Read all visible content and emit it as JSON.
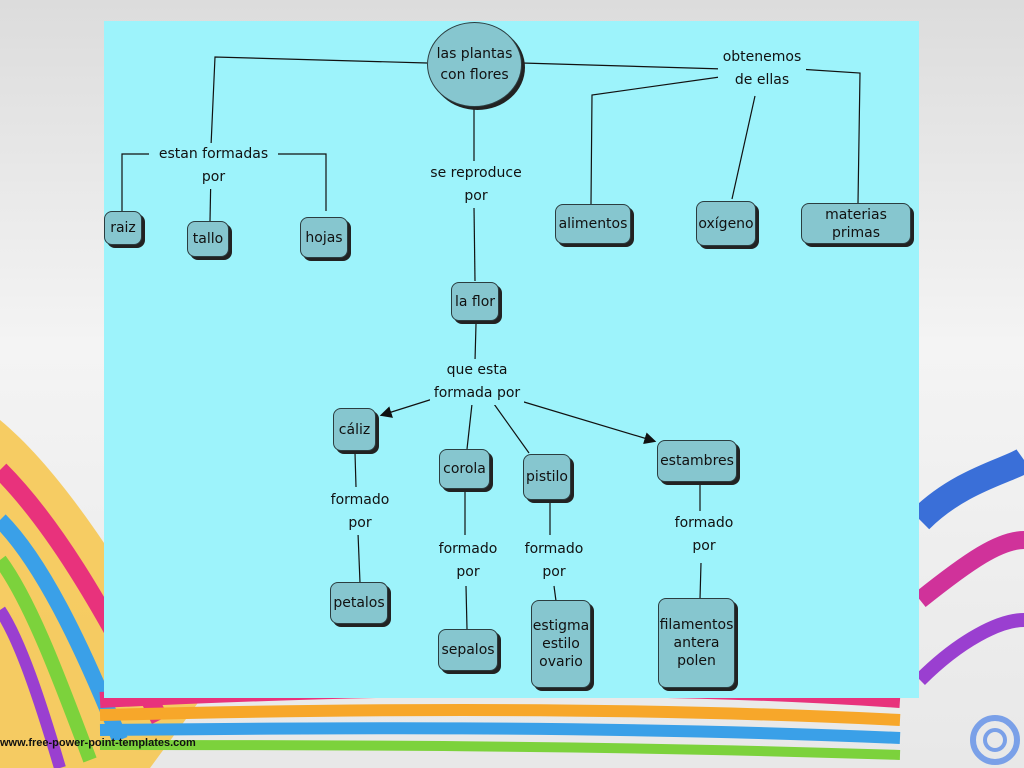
{
  "root": "las plantas\ncon flores",
  "link_labels": {
    "formed_by": "estan formadas por",
    "reproduces": "se reproduce\npor",
    "obtain": "obtenemos\nde ellas",
    "flower_formed": "que esta\nformada por",
    "caliz_by": "formado\npor",
    "corola_by": "formado\npor",
    "pistilo_by": "formado\npor",
    "estambres_by": "formado\npor"
  },
  "nodes": {
    "raiz": "raiz",
    "tallo": "tallo",
    "hojas": "hojas",
    "alimentos": "alimentos",
    "oxigeno": "oxígeno",
    "materias_primas": "materias primas",
    "la_flor": "la flor",
    "caliz": "cáliz",
    "corola": "corola",
    "pistilo": "pistilo",
    "estambres": "estambres",
    "petalos": "petalos",
    "sepalos": "sepalos",
    "estigma": "estigma\nestilo\novario",
    "filamentos": "filamentos\nantera\npolen"
  },
  "footer": "www.free-power-point-templates.com",
  "colors": {
    "canvas": "#9df3fb",
    "node": "#86c6cf",
    "line": "#111111"
  }
}
